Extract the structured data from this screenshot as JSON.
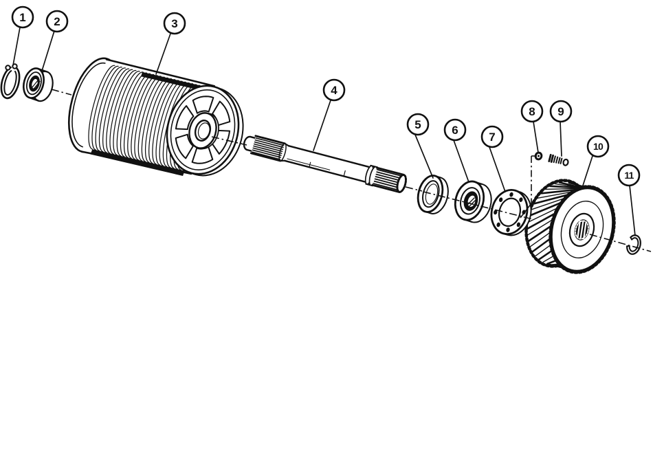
{
  "figure": {
    "paper_color": "#ffffff",
    "ink_color": "#111111"
  },
  "callouts": [
    {
      "label": "1"
    },
    {
      "label": "2"
    },
    {
      "label": "3"
    },
    {
      "label": "4"
    },
    {
      "label": "5"
    },
    {
      "label": "6"
    },
    {
      "label": "7"
    },
    {
      "label": "8"
    },
    {
      "label": "9"
    },
    {
      "label": "10"
    },
    {
      "label": "11"
    }
  ]
}
